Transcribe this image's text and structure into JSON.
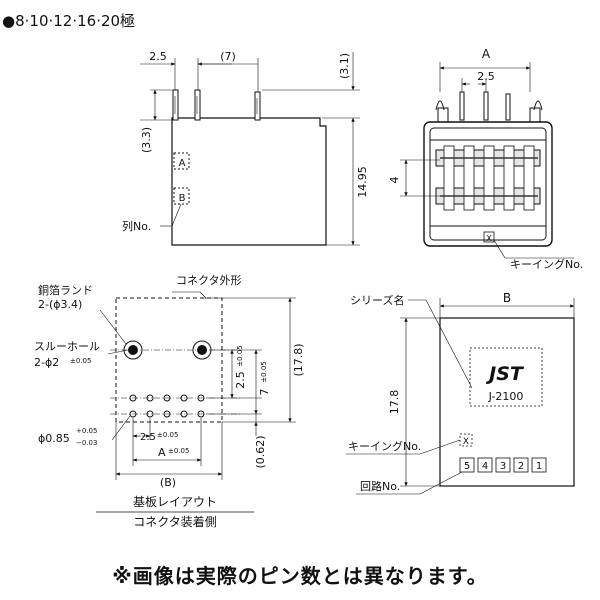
{
  "header": "●8·10·12·16·20極",
  "side_view": {
    "dim_pitch": "2.5",
    "dim_span": "(7)",
    "dim_pin_top": "(3.1)",
    "dim_pin_len": "(3.3)",
    "dim_height": "14.95",
    "cell_a": "A",
    "cell_b": "B",
    "row_label": "列No."
  },
  "front_view": {
    "dim_width": "A",
    "dim_pitch": "2.5",
    "dim_row": "4",
    "keying_mark": "X",
    "keying_label": "キーイングNo."
  },
  "pcb_layout": {
    "outline_label": "コネクタ外形",
    "land_label_1": "銅箔ランド",
    "land_label_2": "2-(ϕ3.4)",
    "through_label_1": "スルーホール",
    "through_label_2": "2-ϕ2",
    "through_tol": "±0.05",
    "hole_label": "ϕ0.85",
    "hole_tol_plus": "+0.05",
    "hole_tol_minus": "−0.03",
    "dim_pitch": "2.5",
    "dim_pitch_tol": "±0.05",
    "dim_a": "A",
    "dim_a_tol": "±0.05",
    "dim_b": "(B)",
    "dim_v1": "2.5",
    "dim_v1_tol": "±0.05",
    "dim_v2": "7",
    "dim_v2_tol": "±0.05",
    "dim_v3": "(17.8)",
    "dim_v4": "(0.62)",
    "caption_1": "基板レイアウト",
    "caption_2": "コネクタ装着側"
  },
  "label_view": {
    "series_label": "シリーズ名",
    "dim_b": "B",
    "dim_h": "17.8",
    "brand": "JST",
    "model": "J-2100",
    "keying_label": "キーイングNo.",
    "keying_mark": "X",
    "circuit_label": "回路No.",
    "circuit_numbers": [
      "5",
      "4",
      "3",
      "2",
      "1"
    ]
  },
  "footer_note": "※画像は実際のピン数とは異なります。"
}
